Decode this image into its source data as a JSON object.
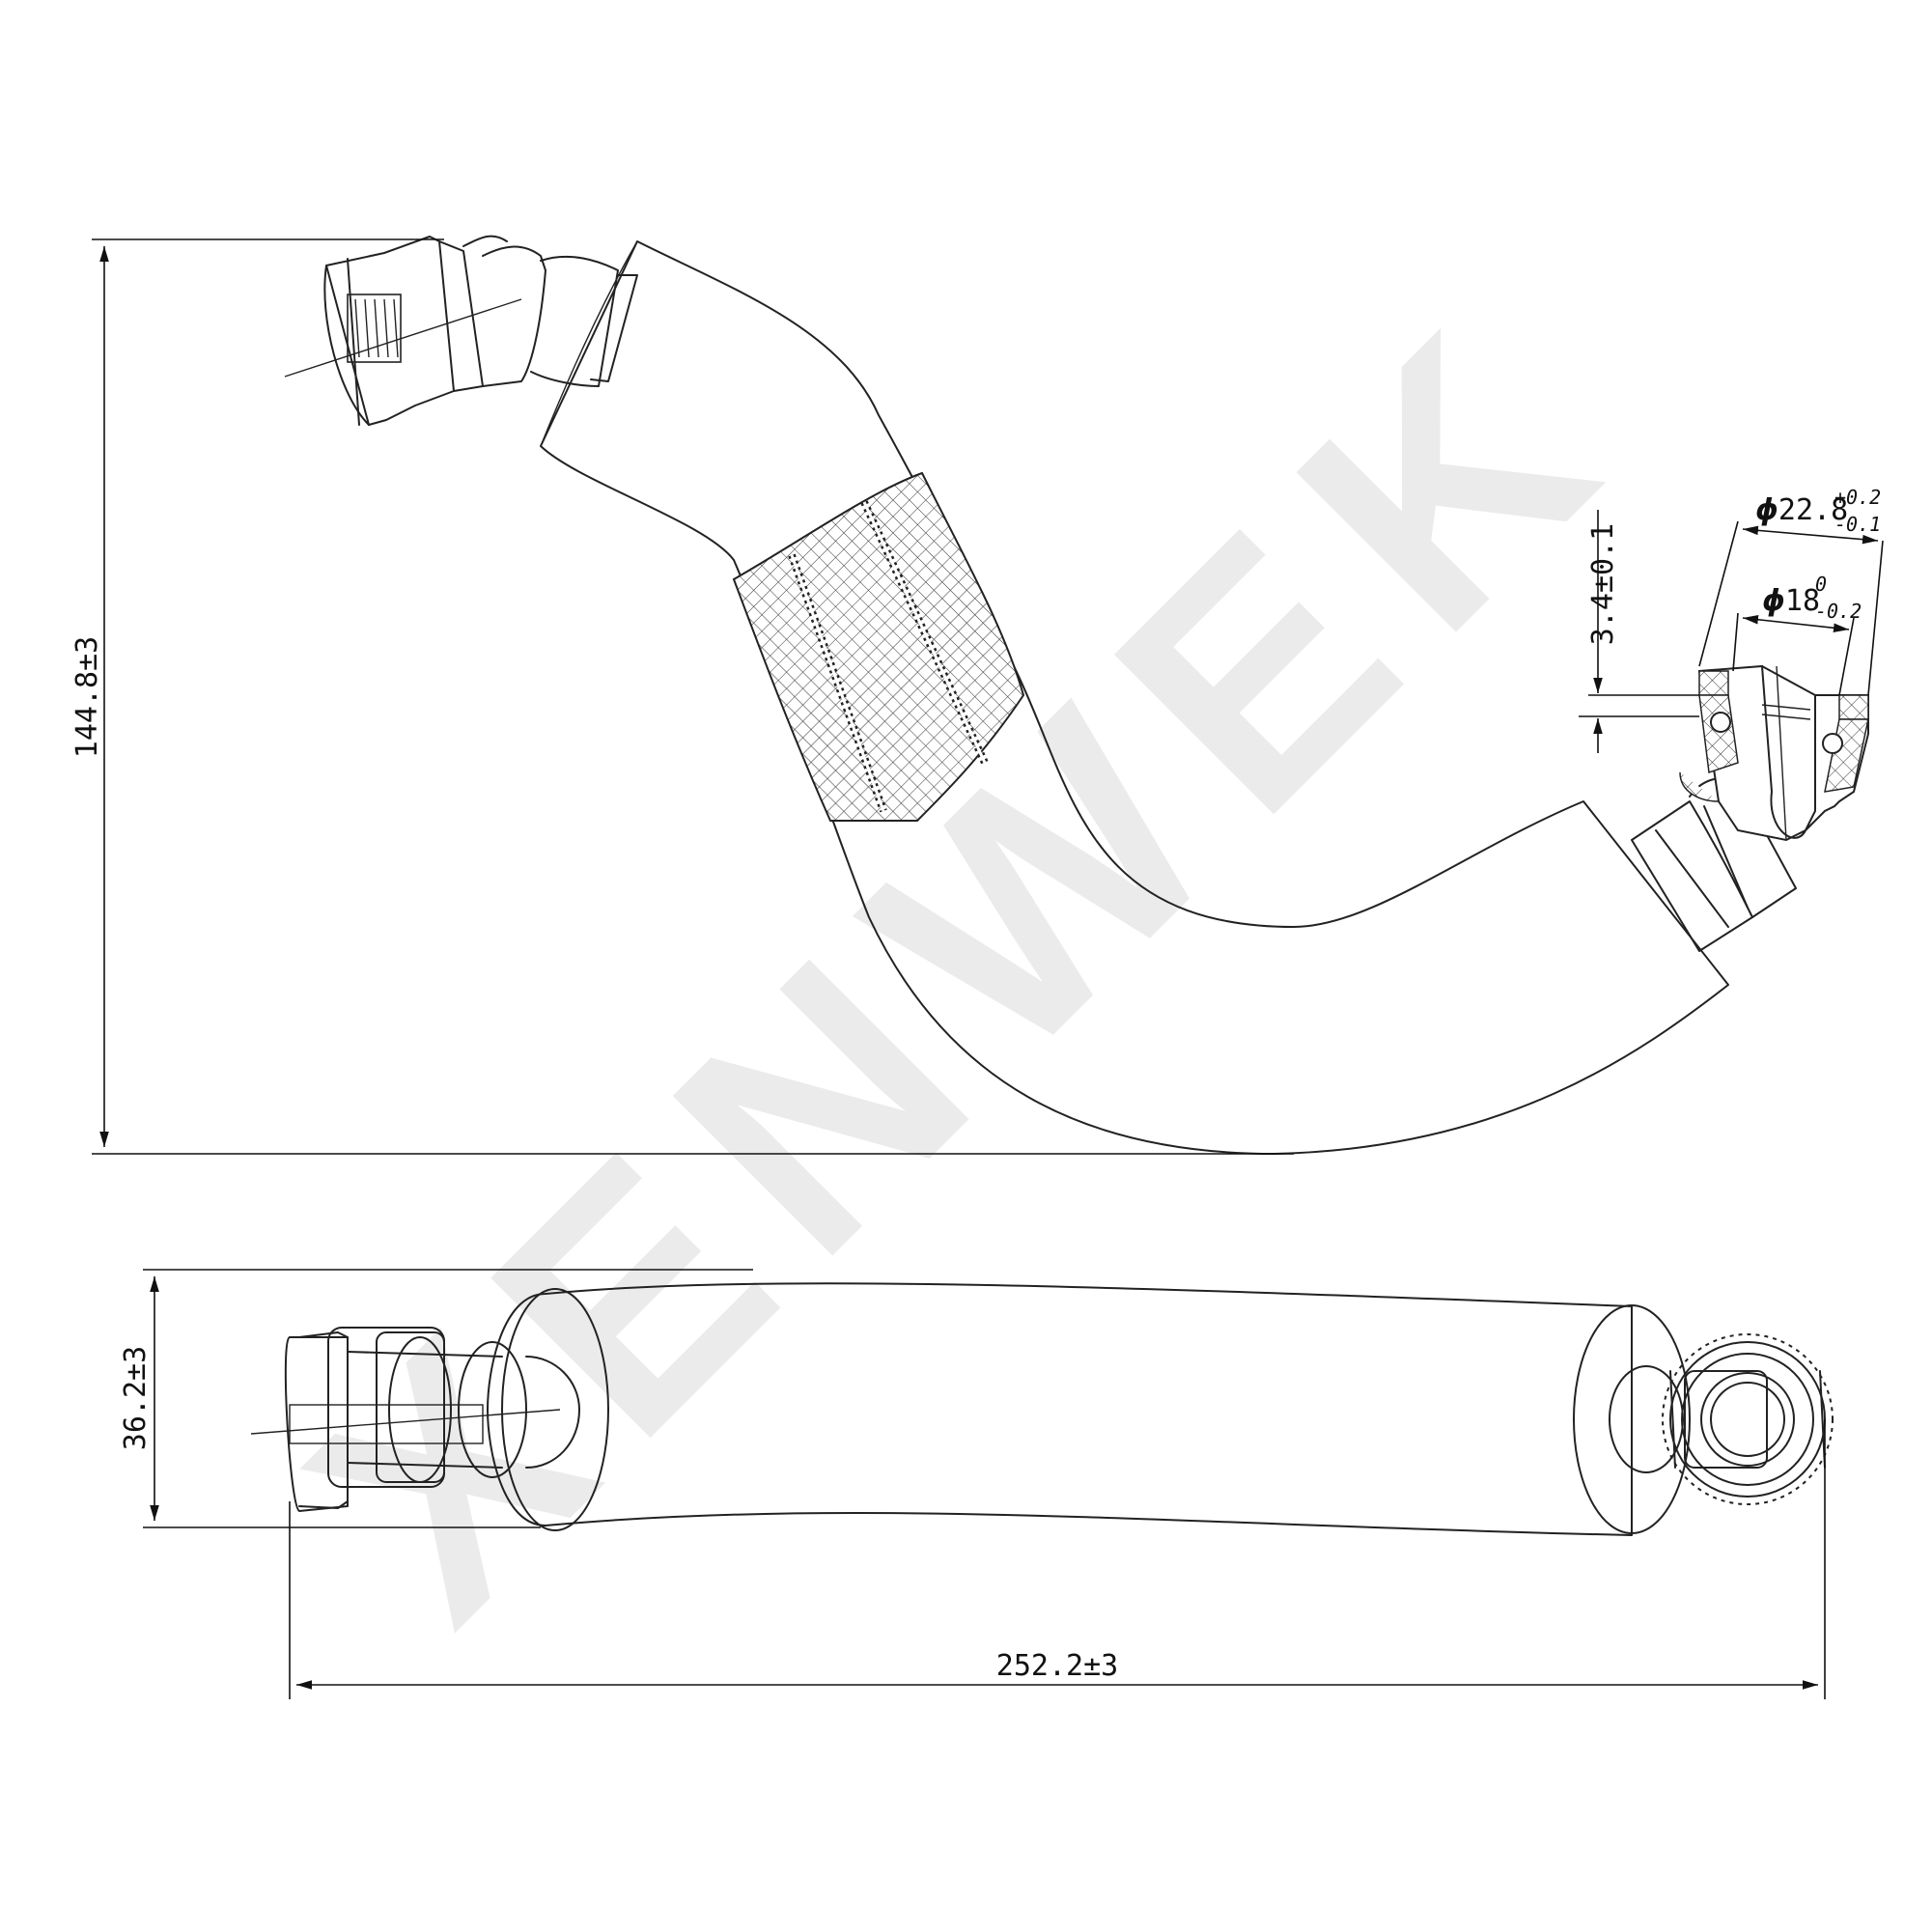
{
  "watermark": {
    "text": "XENWEK",
    "color": "#ebebeb"
  },
  "dimensions": {
    "height_overall": "144.8±3",
    "height_side": "36.2±3",
    "length_overall": "252.2±3",
    "wall_thickness": "3.4±0.1",
    "outer_diameter": {
      "symbol": "ϕ",
      "value": "22.8",
      "upper": "+0.2",
      "lower": "-0.1"
    },
    "inner_diameter": {
      "symbol": "ϕ",
      "value": "18",
      "upper": "0",
      "lower": "-0.2"
    }
  },
  "colors": {
    "line": "#222222",
    "background": "#ffffff"
  }
}
